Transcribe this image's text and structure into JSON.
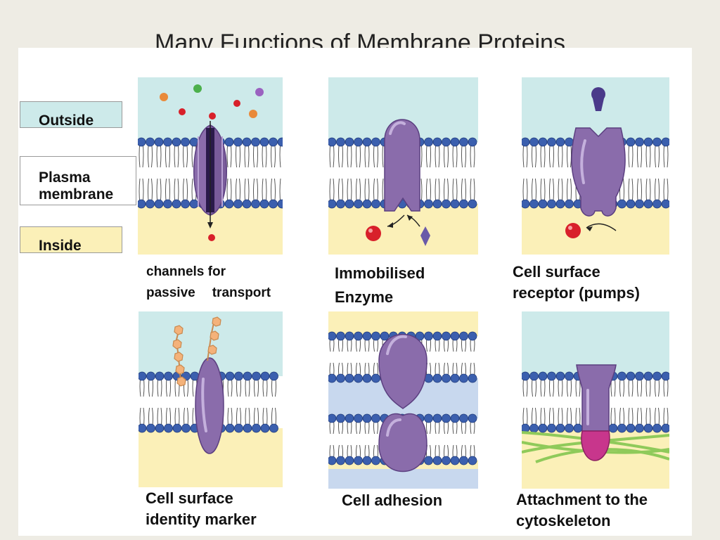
{
  "title": "Many Functions of Membrane Proteins",
  "legend": {
    "outside": "Outside",
    "plasma_membrane_line1": "Plasma",
    "plasma_membrane_line2": "membrane",
    "inside": "Inside"
  },
  "captions": {
    "channels_line1": "channels for",
    "channels_passive": "passive",
    "channels_transport": "transport",
    "enzyme_line1": "Immobilised",
    "enzyme_line2": "Enzyme",
    "receptor_line1": "Cell surface",
    "receptor_line2": "receptor (pumps)",
    "identity_line1": "Cell surface",
    "identity_line2": "identity marker",
    "adhesion": "Cell adhesion",
    "cytoskeleton_line1": "Attachment to the",
    "cytoskeleton_line2": "cytoskeleton"
  },
  "colors": {
    "outside": "#cdeaea",
    "inside": "#fbf0b8",
    "lipid_head": "#3b5fae",
    "protein": "#8a6cab",
    "protein_dark": "#4a2f6e",
    "molecule_red": "#d8202a",
    "carbohydrate": "#f4b27a",
    "cytoskeleton": "#8fca5a",
    "attachment": "#c8368c"
  }
}
